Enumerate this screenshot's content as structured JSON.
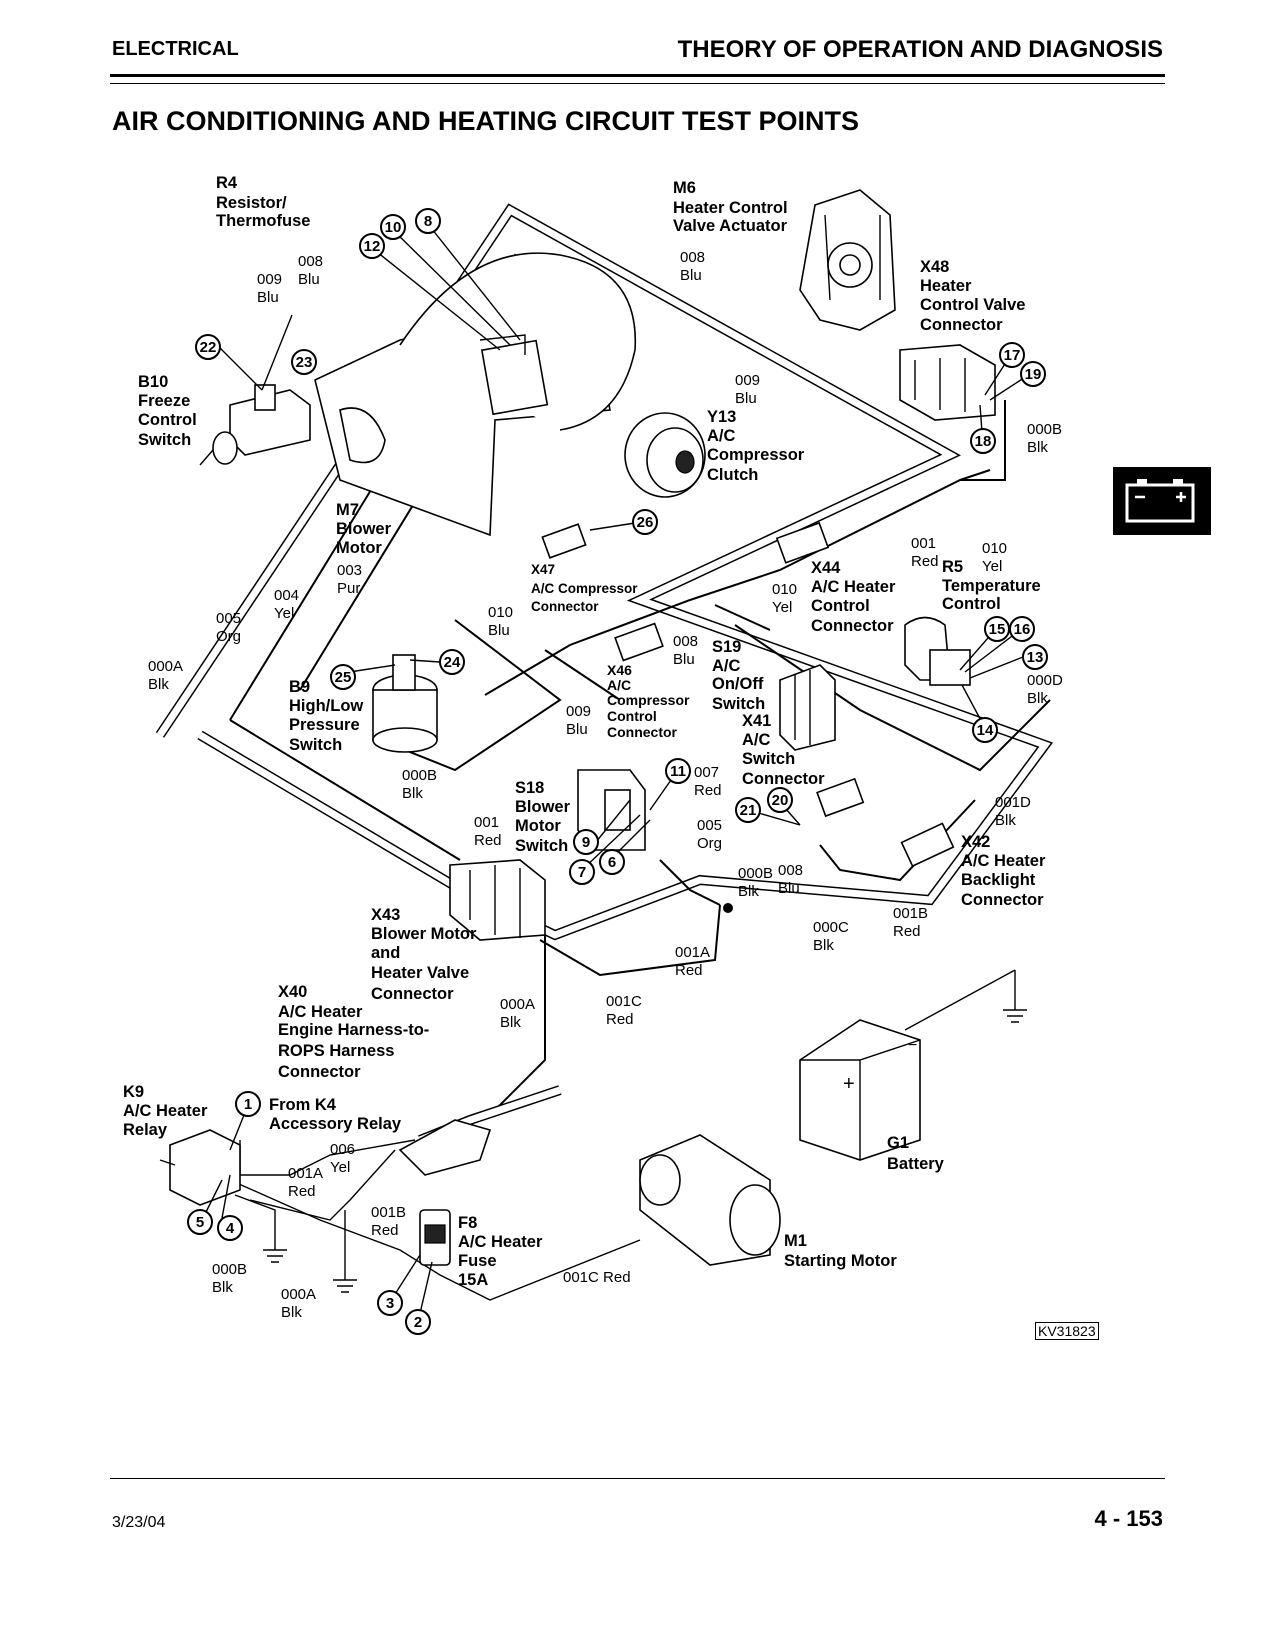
{
  "header": {
    "section": "ELECTRICAL",
    "chapter": "THEORY OF OPERATION AND DIAGNOSIS"
  },
  "title": "AIR CONDITIONING AND HEATING CIRCUIT TEST POINTS",
  "components": {
    "r4": [
      "R4",
      "Resistor/",
      "Thermofuse"
    ],
    "m6": [
      "M6",
      "Heater Control",
      "Valve Actuator"
    ],
    "x48": [
      "X48",
      "Heater",
      "Control Valve",
      "Connector"
    ],
    "b10": [
      "B10",
      "Freeze",
      "Control",
      "Switch"
    ],
    "y13": [
      "Y13",
      "A/C",
      "Compressor",
      "Clutch"
    ],
    "m7": [
      "M7",
      "Blower",
      "Motor"
    ],
    "x47": [
      "X47",
      "A/C Compressor",
      "Connector"
    ],
    "x44": [
      "X44",
      "A/C Heater",
      "Control",
      "Connector"
    ],
    "r5": [
      "R5",
      "Temperature",
      "Control"
    ],
    "b9": [
      "B9",
      "High/Low",
      "Pressure",
      "Switch"
    ],
    "x46": [
      "X46",
      "A/C",
      "Compressor",
      "Control",
      "Connector"
    ],
    "s19": [
      "S19",
      "A/C",
      "On/Off",
      "Switch"
    ],
    "x41": [
      "X41",
      "A/C",
      "Switch",
      "Connector"
    ],
    "s18": [
      "S18",
      "Blower",
      "Motor",
      "Switch"
    ],
    "x42": [
      "X42",
      "A/C Heater",
      "Backlight",
      "Connector"
    ],
    "x43": [
      "X43",
      "Blower Motor",
      "and",
      "Heater Valve",
      "Connector"
    ],
    "x40": [
      "X40",
      "A/C Heater",
      "Engine Harness-to-",
      "ROPS Harness",
      "Connector"
    ],
    "k9": [
      "K9",
      "A/C Heater",
      "Relay"
    ],
    "k4": [
      "From K4",
      "Accessory Relay"
    ],
    "f8": [
      "F8",
      "A/C Heater",
      "Fuse",
      "15A"
    ],
    "g1": [
      "G1",
      "Battery"
    ],
    "m1": [
      "M1",
      "Starting Motor"
    ]
  },
  "wires": [
    [
      "008",
      "Blu"
    ],
    [
      "009",
      "Blu"
    ],
    [
      "008",
      "Blu"
    ],
    [
      "009",
      "Blu"
    ],
    [
      "000B",
      "Blk"
    ],
    [
      "001",
      "Red"
    ],
    [
      "010",
      "Yel"
    ],
    [
      "003",
      "Pur"
    ],
    [
      "004",
      "Yel"
    ],
    [
      "005",
      "Org"
    ],
    [
      "000A",
      "Blk"
    ],
    [
      "010",
      "Blu"
    ],
    [
      "010",
      "Yel"
    ],
    [
      "008",
      "Blu"
    ],
    [
      "009",
      "Blu"
    ],
    [
      "000D",
      "Blk"
    ],
    [
      "000B",
      "Blk"
    ],
    [
      "001",
      "Red"
    ],
    [
      "007",
      "Red"
    ],
    [
      "005",
      "Org"
    ],
    [
      "001D",
      "Blk"
    ],
    [
      "000B",
      "Blk"
    ],
    [
      "008",
      "Blu"
    ],
    [
      "000C",
      "Blk"
    ],
    [
      "001B",
      "Red"
    ],
    [
      "001A",
      "Red"
    ],
    [
      "000A",
      "Blk"
    ],
    [
      "001C",
      "Red"
    ],
    [
      "006",
      "Yel"
    ],
    [
      "001A",
      "Red"
    ],
    [
      "001B",
      "Red"
    ],
    [
      "000B",
      "Blk"
    ],
    [
      "000A",
      "Blk"
    ],
    [
      "001C Red"
    ]
  ],
  "test_points": [
    "1",
    "2",
    "3",
    "4",
    "5",
    "6",
    "7",
    "8",
    "9",
    "10",
    "11",
    "12",
    "13",
    "14",
    "15",
    "16",
    "17",
    "18",
    "19",
    "20",
    "21",
    "22",
    "23",
    "24",
    "25",
    "26"
  ],
  "figure_id": "KV31823",
  "footer": {
    "date": "3/23/04",
    "page": "4 - 153"
  }
}
